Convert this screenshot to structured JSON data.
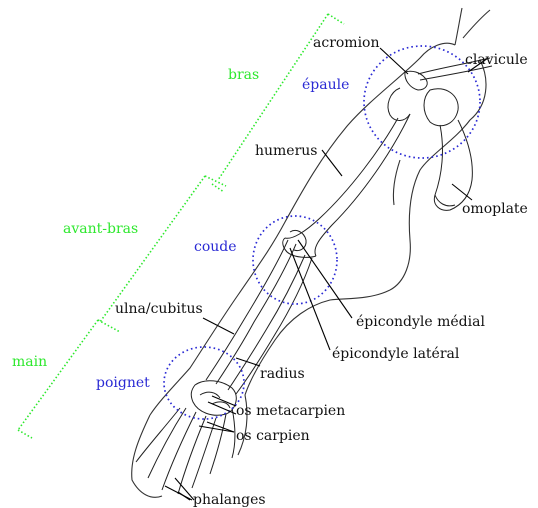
{
  "labels": {
    "acromion": "acromion",
    "clavicule": "clavicule",
    "humerus": "humerus",
    "omoplate": "omoplate",
    "epicondyle_medial": "épicondyle médial",
    "epicondyle_lateral": "épicondyle latéral",
    "ulna": "ulna/cubitus",
    "radius": "radius",
    "os_metacarpien": "os metacarpien",
    "os_carpien": "os carpien",
    "phalanges": "phalanges"
  },
  "regions": {
    "bras": "bras",
    "avant_bras": "avant-bras",
    "main": "main"
  },
  "zones": {
    "epaule": "épaule",
    "coude": "coude",
    "poignet": "poignet"
  },
  "colors": {
    "region_text": "#2ee82e",
    "zone_text": "#2a2ad4",
    "label_text": "#111111"
  }
}
